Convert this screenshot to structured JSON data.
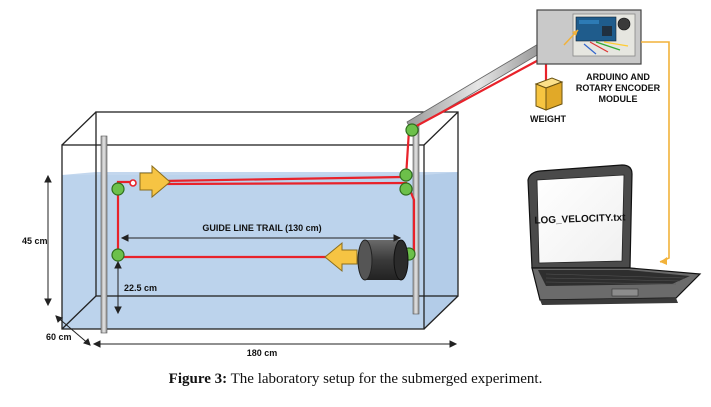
{
  "labels": {
    "depth": "45 cm",
    "width": "60 cm",
    "length": "180 cm",
    "trail": "GUIDE LINE TRAIL (130 cm)",
    "offset": "22.5 cm",
    "weight": "WEIGHT",
    "module_line1": "ARDUINO AND",
    "module_line2": "ROTARY ENCODER",
    "module_line3": "MODULE",
    "file": "LOG_VELOCITY.txt"
  },
  "caption": {
    "prefix": "Figure 3:",
    "text": " The laboratory setup for the submerged experiment."
  },
  "colors": {
    "water": "#bcd3ec",
    "line": "#e8222a",
    "pulley": "#6cc04a",
    "arrow": "#f6c443",
    "wire": "#f2b23a",
    "weight": "#f7c541"
  }
}
